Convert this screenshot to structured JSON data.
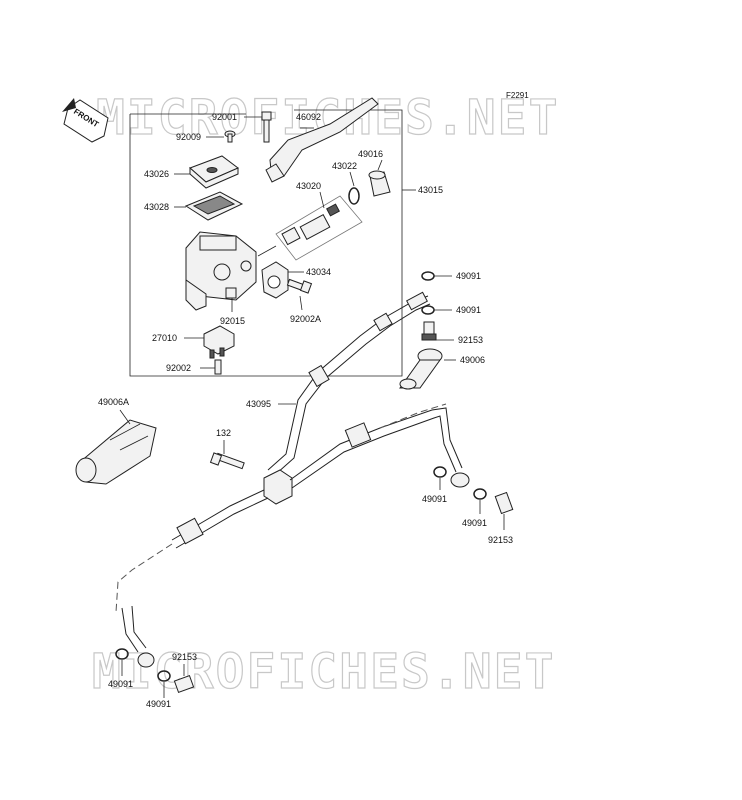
{
  "figure_code": "F2291",
  "watermark": "MICROFICHES.NET",
  "front_label": "FRONT",
  "colors": {
    "line": "#222222",
    "watermark": "#c8c8c8",
    "background": "#ffffff"
  },
  "callouts": [
    {
      "id": "92001",
      "text": "92001"
    },
    {
      "id": "46092",
      "text": "46092"
    },
    {
      "id": "92009",
      "text": "92009"
    },
    {
      "id": "49016",
      "text": "49016"
    },
    {
      "id": "43022",
      "text": "43022"
    },
    {
      "id": "43026",
      "text": "43026"
    },
    {
      "id": "43015",
      "text": "43015"
    },
    {
      "id": "43020",
      "text": "43020"
    },
    {
      "id": "43028",
      "text": "43028"
    },
    {
      "id": "43034",
      "text": "43034"
    },
    {
      "id": "49091a",
      "text": "49091"
    },
    {
      "id": "49091b",
      "text": "49091"
    },
    {
      "id": "92015",
      "text": "92015"
    },
    {
      "id": "92002A",
      "text": "92002A"
    },
    {
      "id": "92153a",
      "text": "92153"
    },
    {
      "id": "27010",
      "text": "27010"
    },
    {
      "id": "49006",
      "text": "49006"
    },
    {
      "id": "92002",
      "text": "92002"
    },
    {
      "id": "43095",
      "text": "43095"
    },
    {
      "id": "49006A",
      "text": "49006A"
    },
    {
      "id": "132",
      "text": "132"
    },
    {
      "id": "49091c",
      "text": "49091"
    },
    {
      "id": "49091d",
      "text": "49091"
    },
    {
      "id": "92153b",
      "text": "92153"
    },
    {
      "id": "92153c",
      "text": "92153"
    },
    {
      "id": "49091e",
      "text": "49091"
    },
    {
      "id": "49091f",
      "text": "49091"
    }
  ]
}
